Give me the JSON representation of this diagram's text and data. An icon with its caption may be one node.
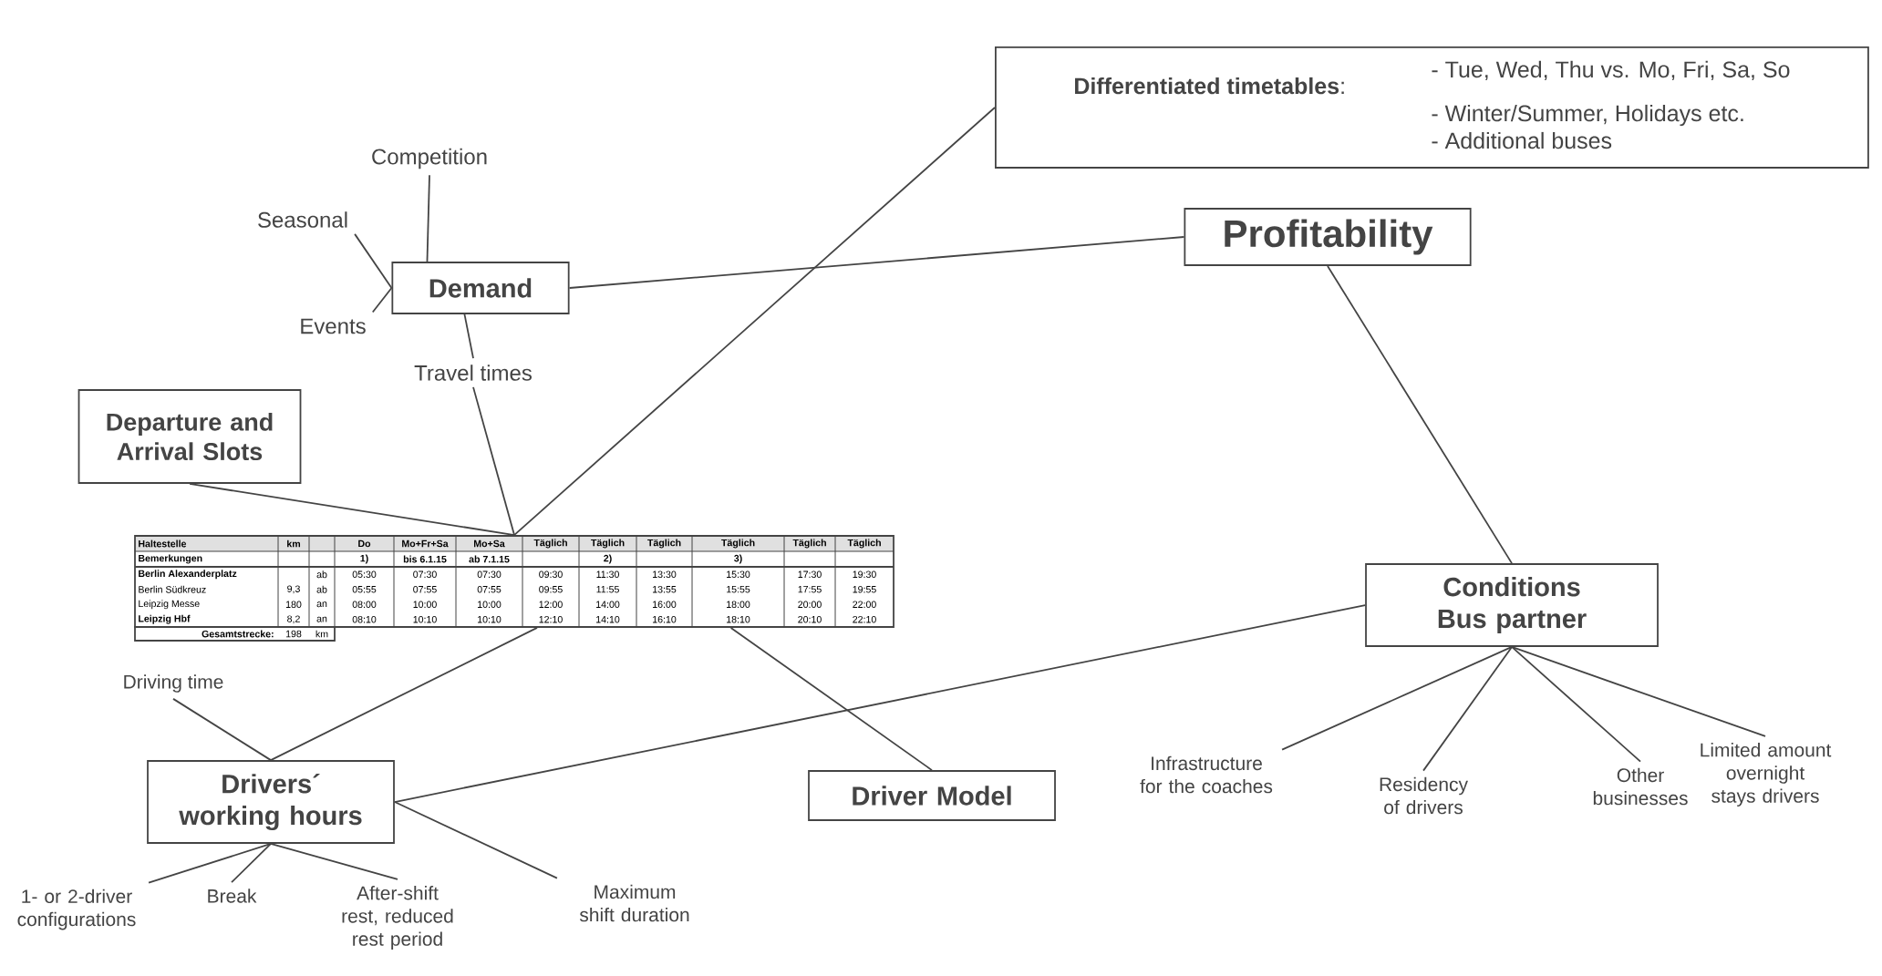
{
  "diagram": {
    "nodes": [
      {
        "text": [
          "**Differentiated timetables**:",
          "- Tue, Wed, Thu vs. Mo, Fri, Sa, So",
          "- Winter/Summer, Holidays etc.",
          "- Additional buses"
        ]
      },
      {
        "text": [
          "Profitability"
        ]
      },
      {
        "text": [
          "Competition"
        ]
      },
      {
        "text": [
          "Seasonal"
        ]
      },
      {
        "text": [
          "Demand"
        ]
      },
      {
        "text": [
          "Events"
        ]
      },
      {
        "text": [
          "Travel times"
        ]
      },
      {
        "text": [
          "Departure and Arrival Slots"
        ]
      },
      {
        "text": [
          "Haltestelle",
          "km",
          "Do",
          "Mo+Fr+Sa",
          "Mo+Sa",
          "Täglich",
          "Täglich",
          "Täglich",
          "Täglich",
          "Täglich",
          "Täglich",
          "Bemerkungen",
          "1)",
          "bis 6.1.15",
          "ab 7.1.15",
          "2)",
          "3)",
          "Berlin Alexanderplatz",
          "ab",
          "05:30",
          "07:30",
          "07:30",
          "09:30",
          "11:30",
          "13:30",
          "15:30",
          "17:30",
          "19:30",
          "Berlin Südkreuz",
          "9,3",
          "ab",
          "05:55",
          "07:55",
          "07:55",
          "09:55",
          "11:55",
          "13:55",
          "15:55",
          "17:55",
          "19:55",
          "Leipzig Messe",
          "180",
          "an",
          "08:00",
          "10:00",
          "10:00",
          "12:00",
          "14:00",
          "16:00",
          "18:00",
          "20:00",
          "22:00",
          "Leipzig Hbf",
          "8,2",
          "an",
          "08:10",
          "10:10",
          "10:10",
          "12:10",
          "14:10",
          "16:10",
          "18:10",
          "20:10",
          "22:10",
          "Gesamtstrecke:",
          "198",
          "km"
        ]
      },
      {
        "text": [
          "Driving time"
        ]
      },
      {
        "text": [
          "Drivers´ working hours"
        ]
      },
      {
        "text": [
          "Driver Model"
        ]
      },
      {
        "text": [
          "Conditions Bus partner"
        ]
      },
      {
        "text": [
          "1- or 2-driver configurations"
        ]
      },
      {
        "text": [
          "Break"
        ]
      },
      {
        "text": [
          "After-shift rest, reduced rest period"
        ]
      },
      {
        "text": [
          "Maximum shift duration"
        ]
      },
      {
        "text": [
          "Infrastructure for the coaches"
        ]
      },
      {
        "text": [
          "Residency of drivers"
        ]
      },
      {
        "text": [
          "Other businesses"
        ]
      },
      {
        "text": [
          "Limited amount overnight stays drivers"
        ]
      }
    ],
    "edges": [
      {
        "from": 2,
        "to": 4,
        "arrow": "none"
      },
      {
        "from": 3,
        "to": 4,
        "arrow": "none"
      },
      {
        "from": 5,
        "to": 4,
        "arrow": "none"
      },
      {
        "from": 4,
        "to": 6,
        "arrow": "none"
      },
      {
        "from": 4,
        "to": 1,
        "arrow": "none"
      },
      {
        "from": 1,
        "to": 12,
        "arrow": "none"
      },
      {
        "from": 6,
        "to": 8,
        "arrow": "none"
      },
      {
        "from": 7,
        "to": 8,
        "arrow": "none"
      },
      {
        "from": 0,
        "to": 8,
        "arrow": "none"
      },
      {
        "from": 8,
        "to": 10,
        "arrow": "none"
      },
      {
        "from": 8,
        "to": 11,
        "arrow": "none"
      },
      {
        "from": 9,
        "to": 10,
        "arrow": "none"
      },
      {
        "from": 12,
        "to": 10,
        "arrow": "none"
      },
      {
        "from": 10,
        "to": 13,
        "arrow": "none"
      },
      {
        "from": 10,
        "to": 14,
        "arrow": "none"
      },
      {
        "from": 10,
        "to": 15,
        "arrow": "none"
      },
      {
        "from": 10,
        "to": 16,
        "arrow": "none"
      },
      {
        "from": 12,
        "to": 17,
        "arrow": "none"
      },
      {
        "from": 12,
        "to": 18,
        "arrow": "none"
      },
      {
        "from": 12,
        "to": 19,
        "arrow": "none"
      },
      {
        "from": 12,
        "to": 20,
        "arrow": "none"
      }
    ]
  }
}
